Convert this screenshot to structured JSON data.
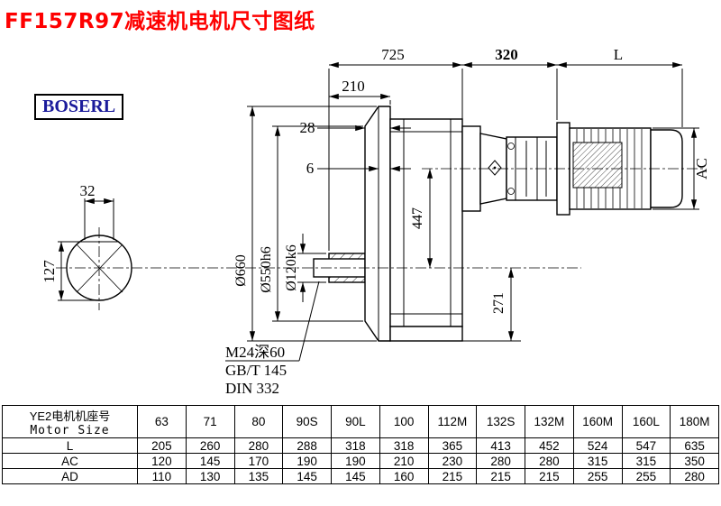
{
  "page": {
    "title": "FF157R97减速机电机尺寸图纸",
    "logo": "BOSERL"
  },
  "colors": {
    "title_red": "#fe0000",
    "logo_blue": "#1b1b9b",
    "line_black": "#000000"
  },
  "drawing": {
    "dim_725": "725",
    "dim_320": "320",
    "dim_L": "L",
    "dim_210": "210",
    "dim_28": "28",
    "dim_6": "6",
    "dim_32": "32",
    "dim_127": "127",
    "dia_660": "Ø660",
    "dia_550": "Ø550h6",
    "dia_120": "Ø120k6",
    "dim_447": "447",
    "dim_271": "271",
    "dim_AC": "AC",
    "note_1": "M24深60",
    "note_2": "GB/T 145",
    "note_3": "DIN 332"
  },
  "table": {
    "header_cn": "YE2电机机座号",
    "header_en": "Motor Size",
    "sizes": [
      "63",
      "71",
      "80",
      "90S",
      "90L",
      "100",
      "112M",
      "132S",
      "132M",
      "160M",
      "160L",
      "180M"
    ],
    "rows": [
      {
        "label": "L",
        "values": [
          "205",
          "260",
          "280",
          "288",
          "318",
          "318",
          "365",
          "413",
          "452",
          "524",
          "547",
          "635"
        ]
      },
      {
        "label": "AC",
        "values": [
          "120",
          "145",
          "170",
          "190",
          "190",
          "210",
          "230",
          "280",
          "280",
          "315",
          "315",
          "350"
        ]
      },
      {
        "label": "AD",
        "values": [
          "110",
          "130",
          "135",
          "145",
          "145",
          "160",
          "215",
          "215",
          "215",
          "255",
          "255",
          "280"
        ]
      }
    ]
  }
}
